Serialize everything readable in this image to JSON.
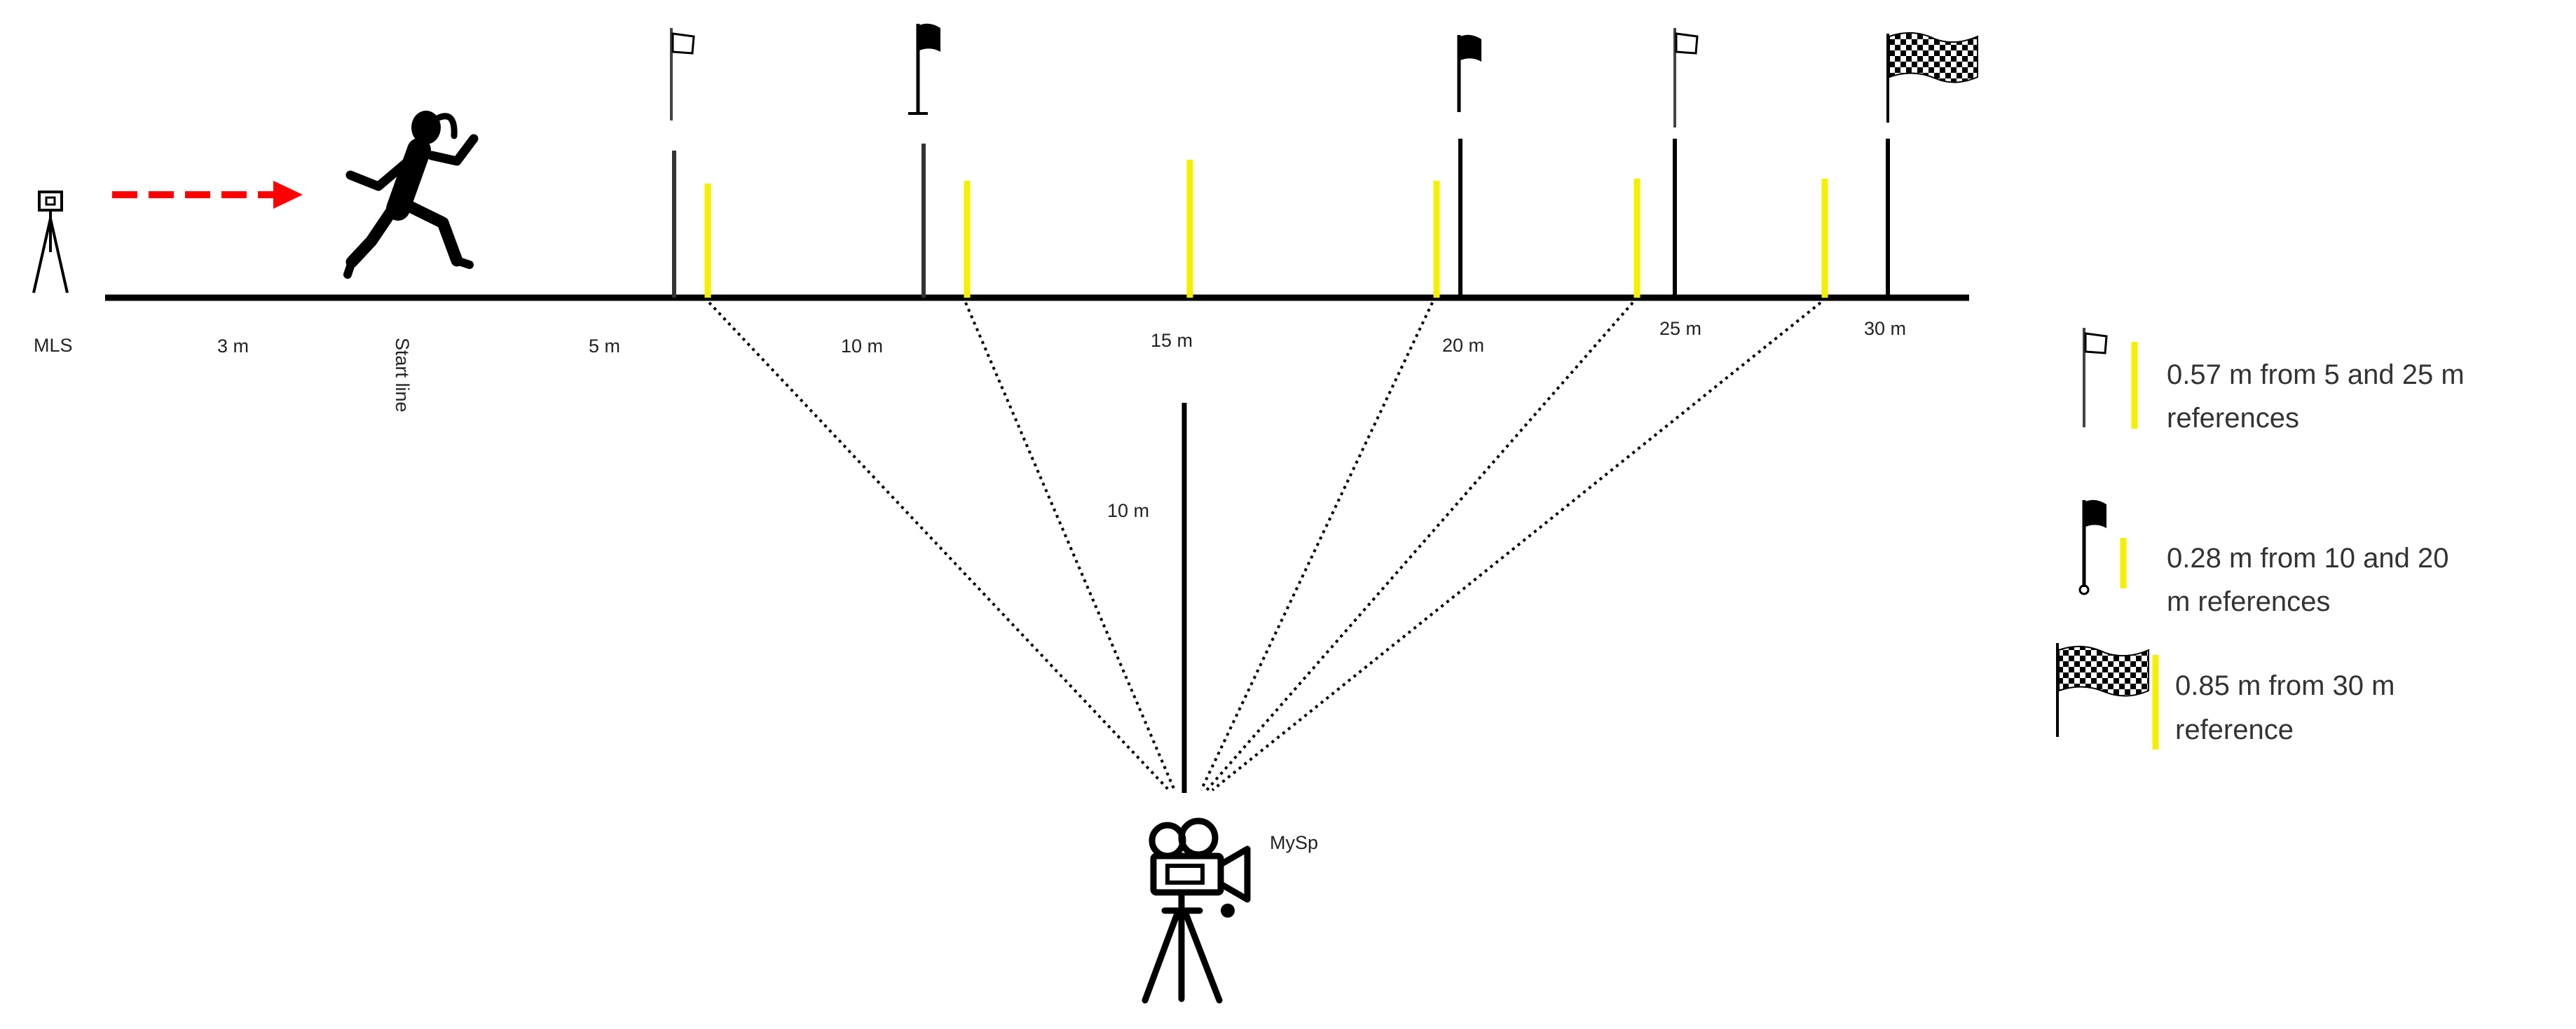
{
  "labels": {
    "mls": "MLS",
    "start_line": "Start line",
    "mysp": "MySp",
    "camera_distance": "10 m"
  },
  "distances": [
    "3 m",
    "5 m",
    "10 m",
    "15 m",
    "20 m",
    "25 m",
    "30 m"
  ],
  "legend": [
    {
      "flag": "white-flag-icon",
      "lines": [
        "0.57 m from 5 and  25 m",
        "references"
      ]
    },
    {
      "flag": "black-flag-icon",
      "lines": [
        "0.28 m from 10  and  20",
        "m references"
      ]
    },
    {
      "flag": "checkered-flag-icon",
      "lines": [
        "0.85 m from 30 m",
        "reference"
      ]
    }
  ],
  "colors": {
    "marker": "#f5f000",
    "arrow": "#ff0000",
    "ink": "#000000"
  }
}
